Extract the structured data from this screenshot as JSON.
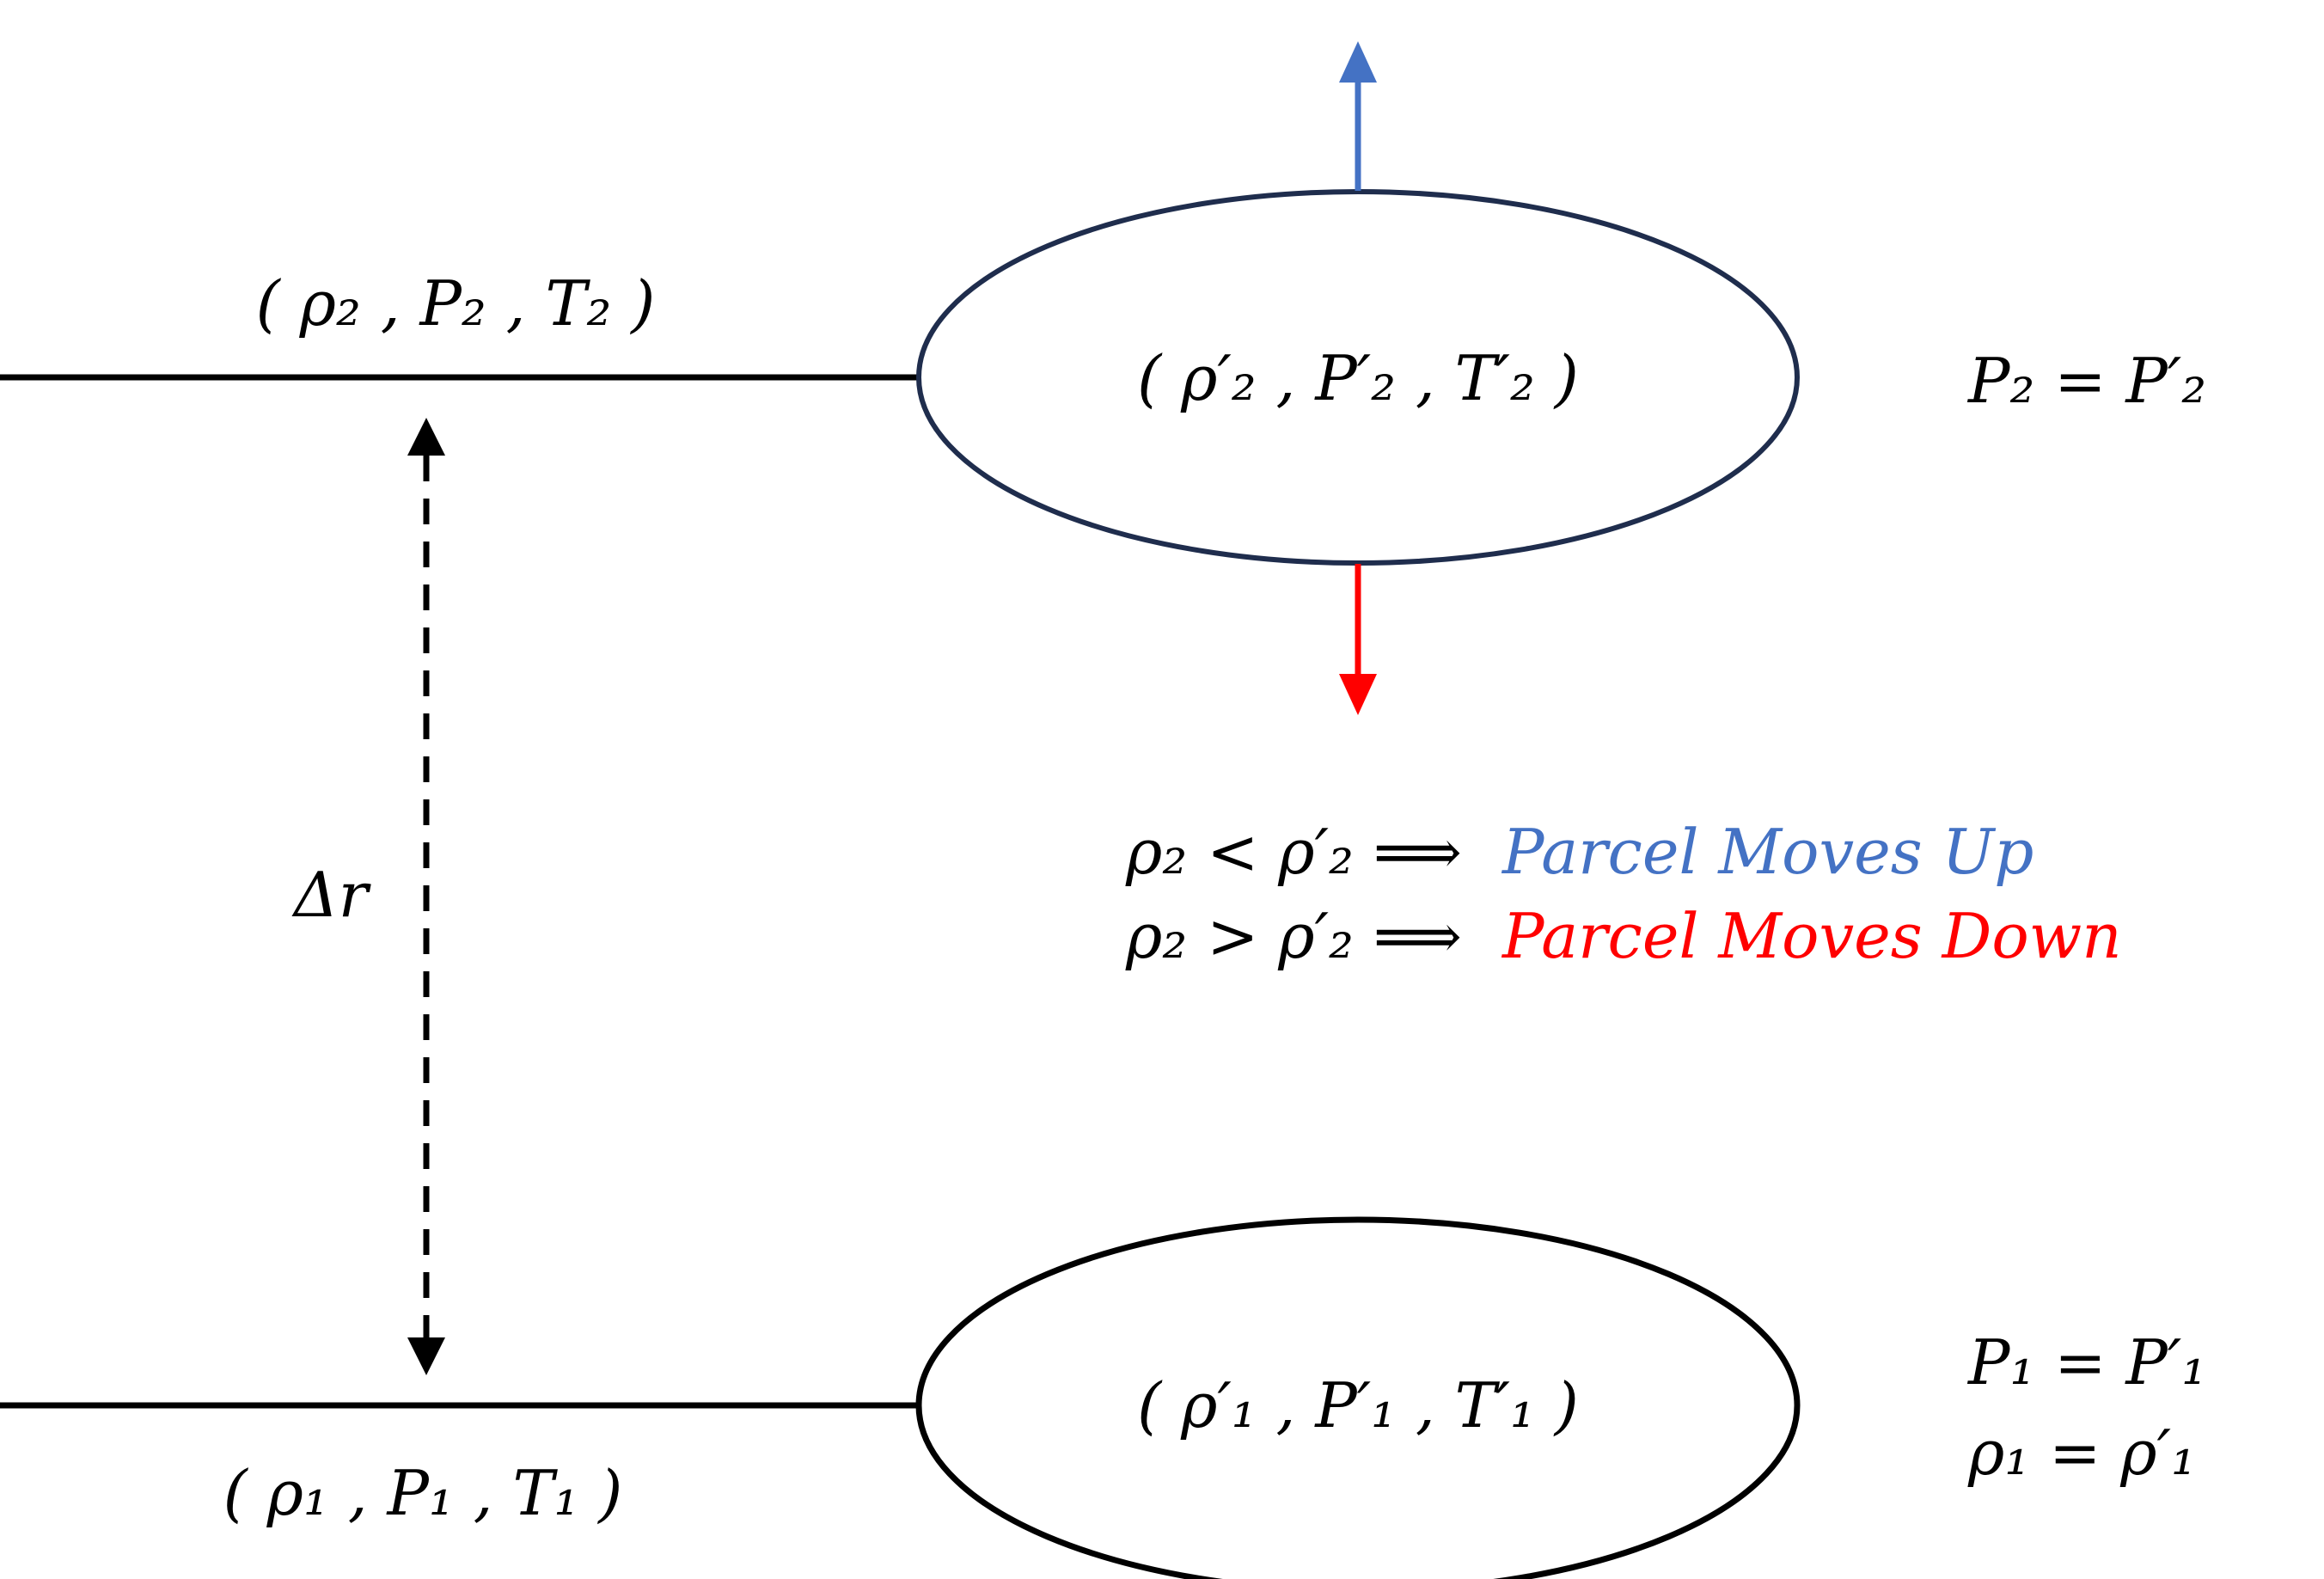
{
  "colors": {
    "line": "#000000",
    "upper_parcel_outline": "#1f2d4d",
    "up_arrow": "#4472c4",
    "down_arrow": "#ff0000",
    "up_text": "#4472c4",
    "down_text": "#ff0000"
  },
  "levels": {
    "upper": {
      "env_state": "( ρ₂ , P₂ , T₂ )"
    },
    "lower": {
      "env_state": "( ρ₁ , P₁ , T₁ )"
    }
  },
  "parcels": {
    "upper": {
      "state": "( ρ′₂ , P′₂  , T′₂ )"
    },
    "lower": {
      "state": "( ρ′₁ , P′₁  , T′₁ )"
    }
  },
  "separation_label": "Δr",
  "conditions": {
    "upper": [
      "P₂ = P′₂"
    ],
    "lower": [
      "P₁ = P′₁",
      "ρ₁ = ρ′₁"
    ]
  },
  "rules": [
    {
      "condition": "ρ₂ < ρ′₂  ⟹",
      "result": "Parcel Moves Up"
    },
    {
      "condition": "ρ₂ > ρ′₂  ⟹",
      "result": "Parcel Moves Down"
    }
  ],
  "icons": {
    "up": "arrow-up-icon",
    "down": "arrow-down-icon",
    "separation": "double-arrow-vertical-icon"
  }
}
